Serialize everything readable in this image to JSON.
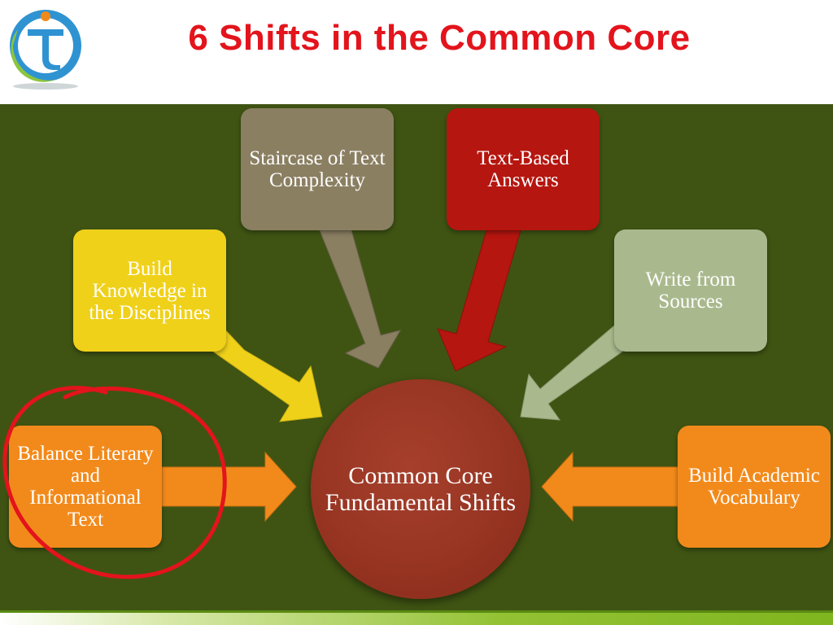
{
  "title": "6 Shifts in the Common Core",
  "center": "Common Core Fundamental Shifts",
  "shifts": [
    {
      "label": "Staircase of Text Complexity",
      "color": "#8b7f62"
    },
    {
      "label": "Text-Based Answers",
      "color": "#b5160f"
    },
    {
      "label": "Build Knowledge in the Disciplines",
      "color": "#f0d11a"
    },
    {
      "label": "Write from Sources",
      "color": "#aab98d"
    },
    {
      "label": "Balance Literary and Informational Text",
      "color": "#f28a1b",
      "annotated": true
    },
    {
      "label": "Build Academic Vocabulary",
      "color": "#f28a1b"
    }
  ],
  "colors": {
    "title": "#e3141c",
    "background": "#3f5413",
    "center": "#9b3420",
    "annotation": "#e3141c"
  },
  "logo": {
    "icon": "circular-t-logo-icon"
  }
}
